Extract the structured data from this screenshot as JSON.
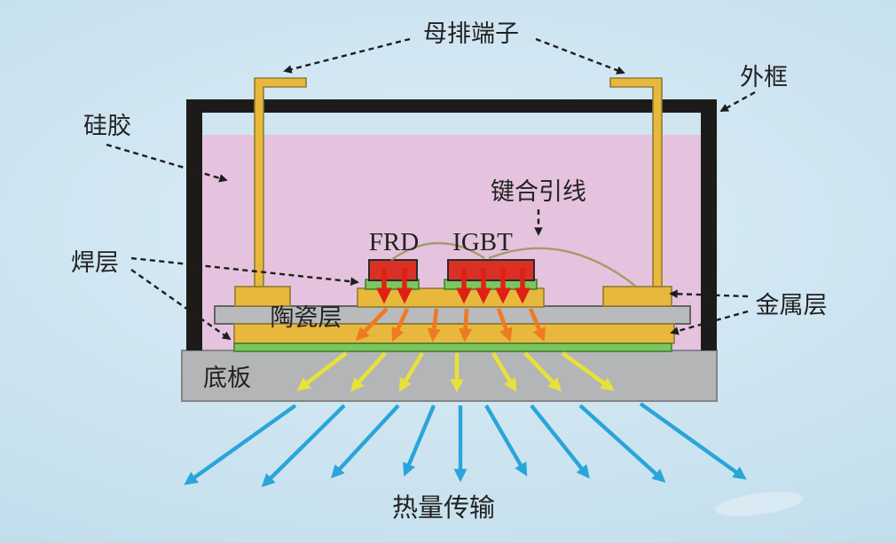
{
  "labels": {
    "busbar_terminal": "母排端子",
    "outer_frame": "外框",
    "silicone_gel": "硅胶",
    "bond_wire": "键合引线",
    "frd": "FRD",
    "igbt": "IGBT",
    "solder_layer": "焊层",
    "ceramic_layer": "陶瓷层",
    "metal_layer": "金属层",
    "baseplate": "底板",
    "heat_transfer": "热量传输"
  },
  "colors": {
    "background_edge": "#b7d6e7",
    "background_mid": "#c9e2ef",
    "background_center": "#dcedf6",
    "frame": "#1d1b1a",
    "gel": "#e5c3de",
    "air_gap": "#cfe6f1",
    "metal": "#e8b83c",
    "metal_border": "#8f7b35",
    "chip": "#da3126",
    "chip_border": "#2b2b2b",
    "solder": "#7dc55f",
    "solder_border": "#3f7a2a",
    "ceramic": "#b9babc",
    "ceramic_border": "#58585a",
    "baseplate": "#b3b5b7",
    "baseplate_border": "#838688",
    "bond_wire": "#a69a6e",
    "arrow_red": "#e02015",
    "arrow_orange": "#ee7a22",
    "arrow_yellow": "#e8e13a",
    "arrow_blue": "#2aa5da",
    "leader": "#1e1e1e",
    "label_text": "#222222"
  },
  "diagram": {
    "heat_flow_arrows": {
      "red": [
        [
          433,
          302,
          433,
          337
        ],
        [
          456,
          302,
          456,
          337
        ],
        [
          523,
          302,
          523,
          337
        ],
        [
          545,
          302,
          545,
          337
        ],
        [
          567,
          302,
          567,
          337
        ],
        [
          589,
          302,
          589,
          337
        ]
      ],
      "orange": [
        [
          436,
          348,
          404,
          381
        ],
        [
          459,
          348,
          444,
          381
        ],
        [
          492,
          348,
          488,
          381
        ],
        [
          526,
          348,
          524,
          381
        ],
        [
          562,
          348,
          574,
          381
        ],
        [
          598,
          348,
          612,
          381
        ]
      ],
      "yellow": [
        [
          390,
          398,
          338,
          438
        ],
        [
          434,
          398,
          398,
          438
        ],
        [
          476,
          398,
          452,
          438
        ],
        [
          515,
          398,
          515,
          438
        ],
        [
          556,
          398,
          580,
          438
        ],
        [
          592,
          398,
          630,
          438
        ],
        [
          634,
          398,
          689,
          438
        ]
      ],
      "blue": [
        [
          333,
          457,
          211,
          544
        ],
        [
          388,
          457,
          298,
          546
        ],
        [
          449,
          457,
          376,
          536
        ],
        [
          489,
          457,
          457,
          533
        ],
        [
          519,
          457,
          519,
          539
        ],
        [
          548,
          457,
          592,
          533
        ],
        [
          599,
          457,
          662,
          536
        ],
        [
          654,
          457,
          747,
          541
        ],
        [
          722,
          455,
          838,
          538
        ]
      ]
    }
  }
}
